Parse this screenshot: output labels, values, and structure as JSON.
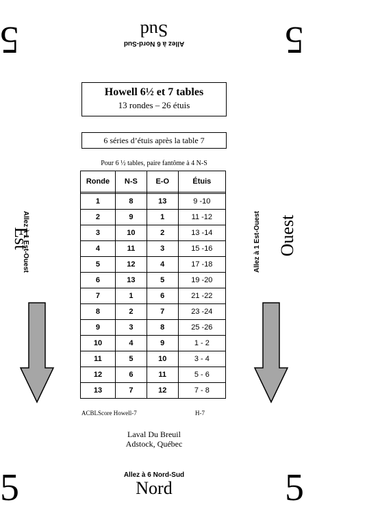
{
  "corner_number": "5",
  "top": {
    "direction": "Sud",
    "move": "Allez à 6 Nord-Sud"
  },
  "bottom": {
    "direction": "Nord",
    "move": "Allez à 6 Nord-Sud"
  },
  "left": {
    "direction": "Est",
    "move": "Allez à 1 Est-Ouest"
  },
  "right": {
    "direction": "Ouest",
    "move": "Allez à 1 Est-Ouest"
  },
  "title": {
    "line1": "Howell 6½ et 7 tables",
    "line2": "13 rondes – 26 étuis"
  },
  "series_note": "6 séries d’étuis après la table 7",
  "phantom_note": "Pour 6 ½ tables, paire fantôme à 4 N-S",
  "table": {
    "headers": [
      "Ronde",
      "N-S",
      "E-O",
      "Étuis"
    ],
    "rows": [
      [
        "1",
        "8",
        "13",
        "9 -10"
      ],
      [
        "2",
        "9",
        "1",
        "11 -12"
      ],
      [
        "3",
        "10",
        "2",
        "13 -14"
      ],
      [
        "4",
        "11",
        "3",
        "15 -16"
      ],
      [
        "5",
        "12",
        "4",
        "17 -18"
      ],
      [
        "6",
        "13",
        "5",
        "19 -20"
      ],
      [
        "7",
        "1",
        "6",
        "21 -22"
      ],
      [
        "8",
        "2",
        "7",
        "23 -24"
      ],
      [
        "9",
        "3",
        "8",
        "25 -26"
      ],
      [
        "10",
        "4",
        "9",
        "1 - 2"
      ],
      [
        "11",
        "5",
        "10",
        "3 - 4"
      ],
      [
        "12",
        "6",
        "11",
        "5 - 6"
      ],
      [
        "13",
        "7",
        "12",
        "7 - 8"
      ]
    ]
  },
  "footer": {
    "left": "ACBLScore Howell-7",
    "right": "H-7"
  },
  "credit": {
    "line1": "Laval Du Breuil",
    "line2": "Adstock, Québec"
  },
  "colors": {
    "arrow_fill": "#a6a6a6",
    "arrow_stroke": "#000000"
  }
}
